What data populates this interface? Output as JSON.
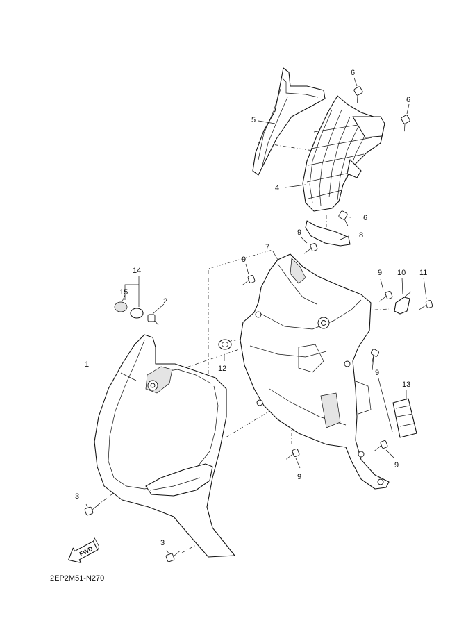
{
  "diagram": {
    "code": "2EP2M51-N270",
    "fwd_label": "FWD",
    "callouts": [
      "1",
      "2",
      "3",
      "3",
      "4",
      "5",
      "6",
      "6",
      "6",
      "7",
      "8",
      "9",
      "9",
      "9",
      "9",
      "9",
      "9",
      "10",
      "11",
      "12",
      "13",
      "14",
      "15"
    ]
  }
}
